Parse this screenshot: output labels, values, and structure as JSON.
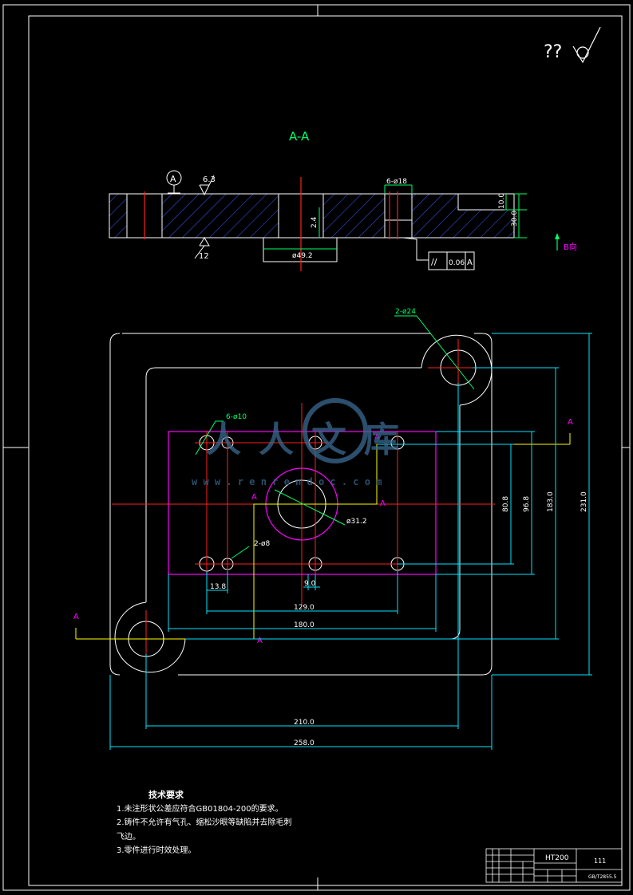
{
  "colors": {
    "background": "#000000",
    "geometry": "#ffffff",
    "dimension": "#00ff66",
    "centerline": "#ff2020",
    "hatch": "#3b5bff",
    "cyan": "#00e5ff",
    "magenta": "#ff00ff",
    "yellow": "#ffff00",
    "watermark": "#3a6a90"
  },
  "surface_finish": {
    "mark": "??",
    "symbol": "surface-finish-icon"
  },
  "section": {
    "title": "A-A",
    "datum": "A",
    "roughness_top": "6.3",
    "roughness_bottom": "12",
    "hole_spec": "6-ø18",
    "dim_depth": "2.4",
    "dim_bore": "ø49.2",
    "dim_step": "10.0",
    "dim_thickness": "30.0",
    "tolerance": {
      "symbol": "//",
      "value": "0.06",
      "datum": "A"
    }
  },
  "view_label": "B向",
  "plan": {
    "hole_spec_large": "2-ø24",
    "hole_spec_small": "6-ø10",
    "pin_spec": "2-ø8",
    "center_bore": "ø31.2",
    "cut_label": "A",
    "dims": {
      "d1": "13.8",
      "d2": "9.0",
      "d3": "129.0",
      "d4": "180.0",
      "d5": "210.0",
      "d6": "258.0",
      "v1": "80.8",
      "v2": "96.8",
      "v3": "183.0",
      "v4": "231.0"
    }
  },
  "watermark": {
    "text": "人人文库",
    "url": "w w w . r e n r e n d o c . c o m"
  },
  "requirements": {
    "title": "技术要求",
    "items": [
      "1.未注形状公差应符合GB01804-200的要求。",
      "2.铸件不允许有气孔、缩松沙眼等缺陷并去除毛刺",
      "飞边。",
      "3.零件进行时效处理。"
    ]
  },
  "title_block": {
    "material": "HT200",
    "drawing_no": "111",
    "standard": "GB/T2855.5"
  }
}
